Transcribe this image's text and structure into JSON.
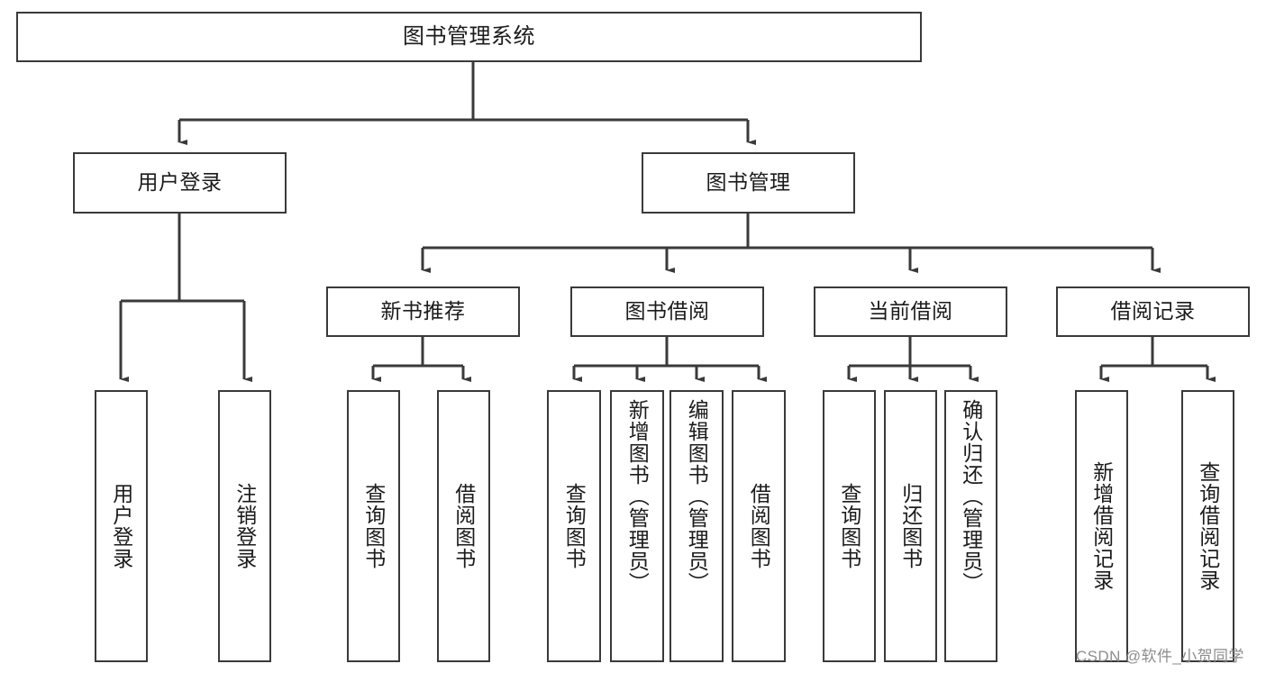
{
  "diagram": {
    "type": "tree",
    "title": "图书管理系统",
    "root": {
      "label": "图书管理系统"
    },
    "level2": [
      {
        "label": "用户登录"
      },
      {
        "label": "图书管理"
      }
    ],
    "level3": [
      {
        "label": "新书推荐"
      },
      {
        "label": "图书借阅"
      },
      {
        "label": "当前借阅"
      },
      {
        "label": "借阅记录"
      }
    ],
    "leaves": {
      "user_login": [
        {
          "label": "用户登录"
        },
        {
          "label": "注销登录"
        }
      ],
      "new_book_recommend": [
        {
          "label": "查询图书"
        },
        {
          "label": "借阅图书"
        }
      ],
      "book_borrow": [
        {
          "label": "查询图书"
        },
        {
          "label": "新增图书（管理员）"
        },
        {
          "label": "编辑图书（管理员）"
        },
        {
          "label": "借阅图书"
        }
      ],
      "current_borrow": [
        {
          "label": "查询图书"
        },
        {
          "label": "归还图书"
        },
        {
          "label": "确认归还（管理员）"
        }
      ],
      "borrow_record": [
        {
          "label": "新增借阅记录"
        },
        {
          "label": "查询借阅记录"
        }
      ]
    }
  },
  "watermark": {
    "text": "CSDN @软件_小贺同学"
  },
  "colors": {
    "stroke": "#3a3a3a",
    "text": "#1b1b1b",
    "background": "#ffffff",
    "watermark": "#8d8d8d"
  }
}
